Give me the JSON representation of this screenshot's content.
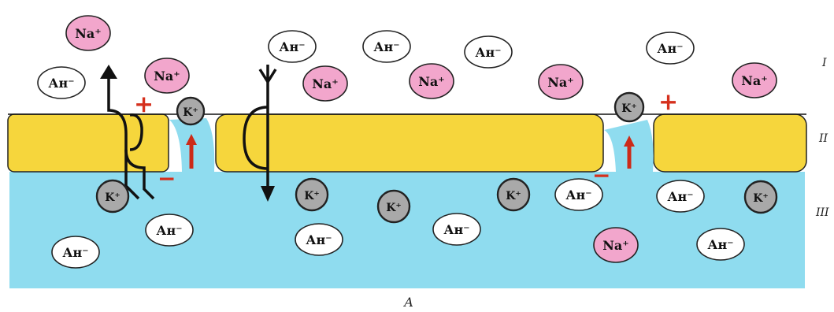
{
  "diagram": {
    "caption": "А",
    "layer_labels": [
      "I",
      "II",
      "III"
    ],
    "polarity": {
      "plus": "+",
      "minus": "−"
    },
    "ion_labels": {
      "na": "Na⁺",
      "k": "K⁺",
      "an": "Ан⁻"
    },
    "colors": {
      "membrane_fill": "#f6d63c",
      "cytoplasm_fill": "#8fdcef",
      "na_fill": "#f2a6cc",
      "k_fill": "#a9a9a9",
      "an_fill": "#ffffff",
      "arrow_red": "#cc2a18",
      "sign_red": "#d5301d"
    }
  }
}
